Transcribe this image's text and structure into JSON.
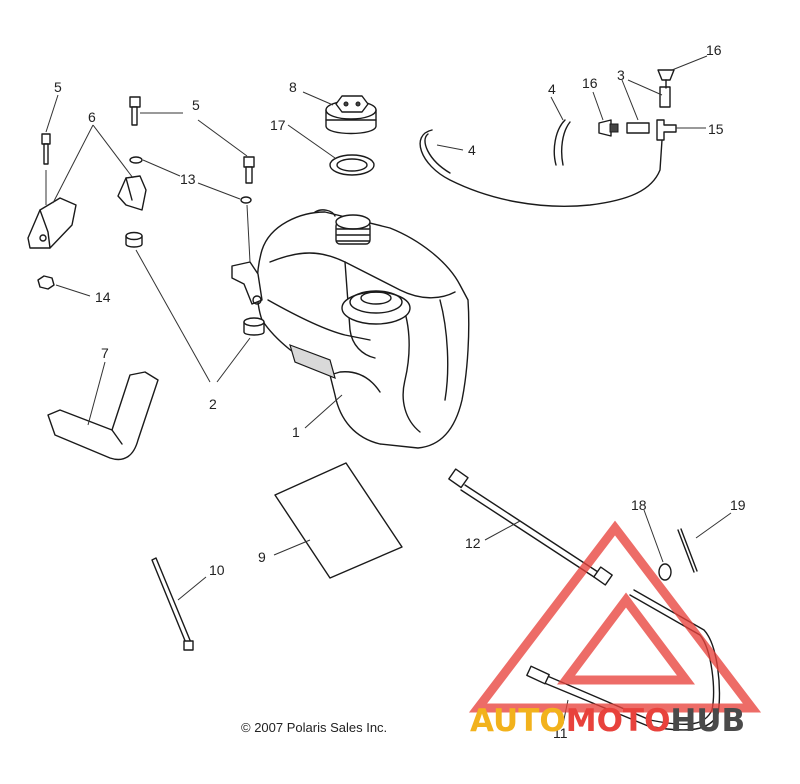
{
  "callouts": {
    "c1": "1",
    "c2": "2",
    "c3": "3",
    "c4a": "4",
    "c4b": "4",
    "c5a": "5",
    "c5b": "5",
    "c6": "6",
    "c7": "7",
    "c8": "8",
    "c9": "9",
    "c10": "10",
    "c11": "11",
    "c12": "12",
    "c13": "13",
    "c14": "14",
    "c15": "15",
    "c16a": "16",
    "c16b": "16",
    "c17": "17",
    "c18": "18",
    "c19": "19"
  },
  "footer": {
    "copyright": "© 2007 Polaris Sales Inc."
  },
  "watermark": {
    "part1": "AUTO",
    "part2": "MOTO",
    "part3": "HUB",
    "colors": {
      "part1": "#f2b21c",
      "part2": "#e8423c",
      "part3": "#4a4a4a"
    }
  }
}
